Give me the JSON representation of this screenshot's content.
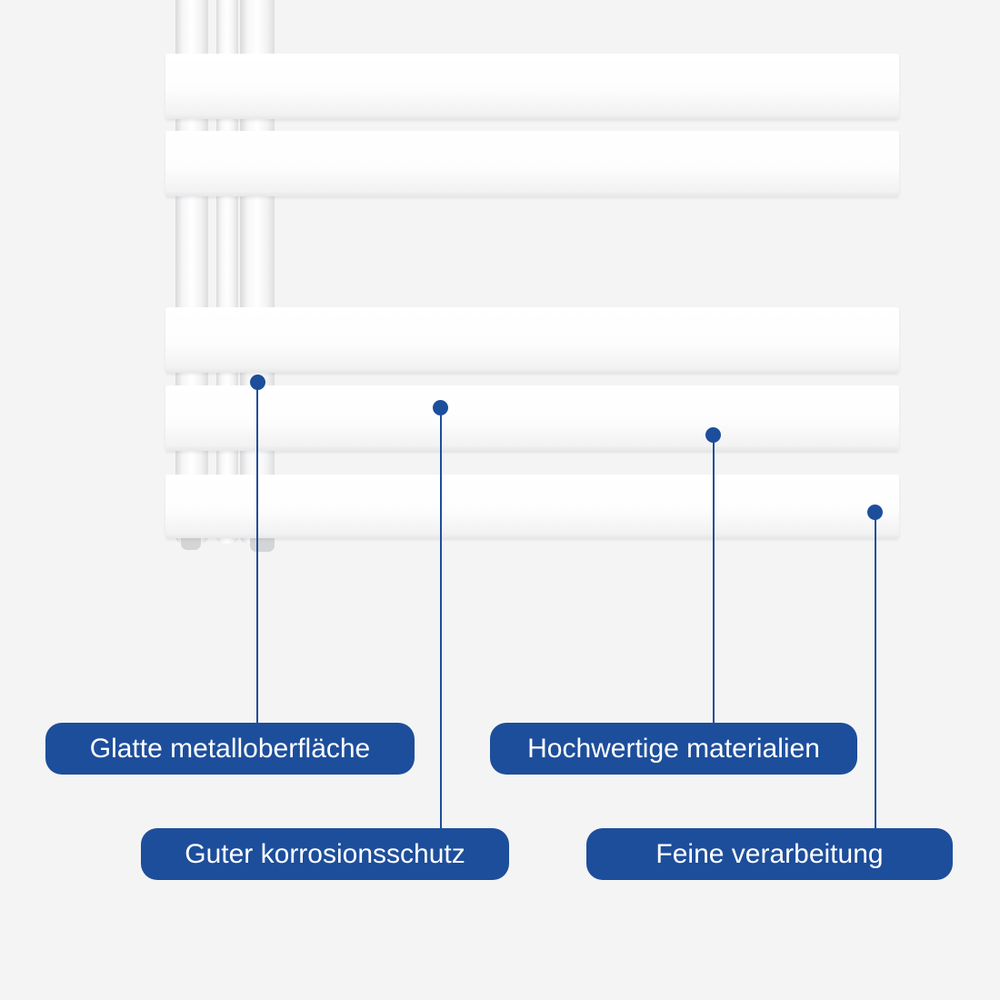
{
  "scene": {
    "background_color": "#f4f4f4",
    "accent_color": "#1d4e9b",
    "product": "white flat-panel towel radiator"
  },
  "callouts": [
    {
      "label": "Glatte metalloberfläche"
    },
    {
      "label": "Hochwertige materialien"
    },
    {
      "label": "Guter korrosionsschutz"
    },
    {
      "label": "Feine verarbeitung"
    }
  ]
}
